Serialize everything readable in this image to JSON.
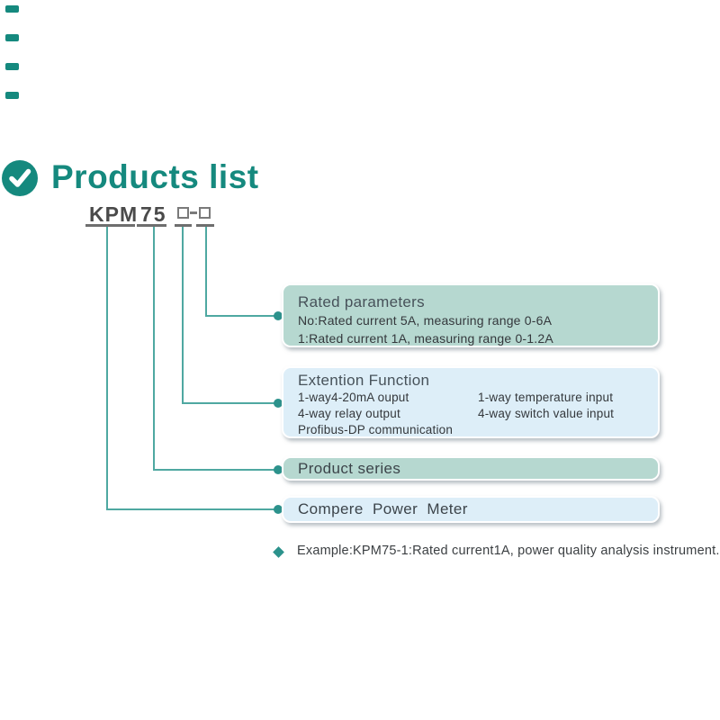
{
  "header": {
    "title": "Products list"
  },
  "model_code": {
    "prefix": "KPM",
    "series": "75"
  },
  "boxes": {
    "rated": {
      "title": "Rated parameters",
      "lines": [
        "No:Rated current 5A, measuring range 0-6A",
        "1:Rated current 1A, measuring range 0-1.2A"
      ]
    },
    "extension": {
      "title": "Extention Function",
      "left": [
        "1-way4-20mA ouput",
        "4-way relay output",
        "Profibus-DP communication"
      ],
      "right": [
        "1-way temperature input",
        "4-way switch value input"
      ]
    },
    "series": {
      "title": "Product series"
    },
    "meter": {
      "title": "Compere  Power  Meter"
    }
  },
  "example": {
    "text": "Example:KPM75-1:Rated current1A, power quality analysis instrument."
  },
  "colors": {
    "teal": "#15897e",
    "line-teal": "#4fa8a1",
    "dot-teal": "#2c928c",
    "box-green": "#b6d8d0",
    "box-blue": "#ddeef8",
    "text-dark": "#34383c",
    "text-title": "#47525a",
    "code-gray": "#4a4a4a",
    "underline-gray": "#6e6e6e"
  }
}
